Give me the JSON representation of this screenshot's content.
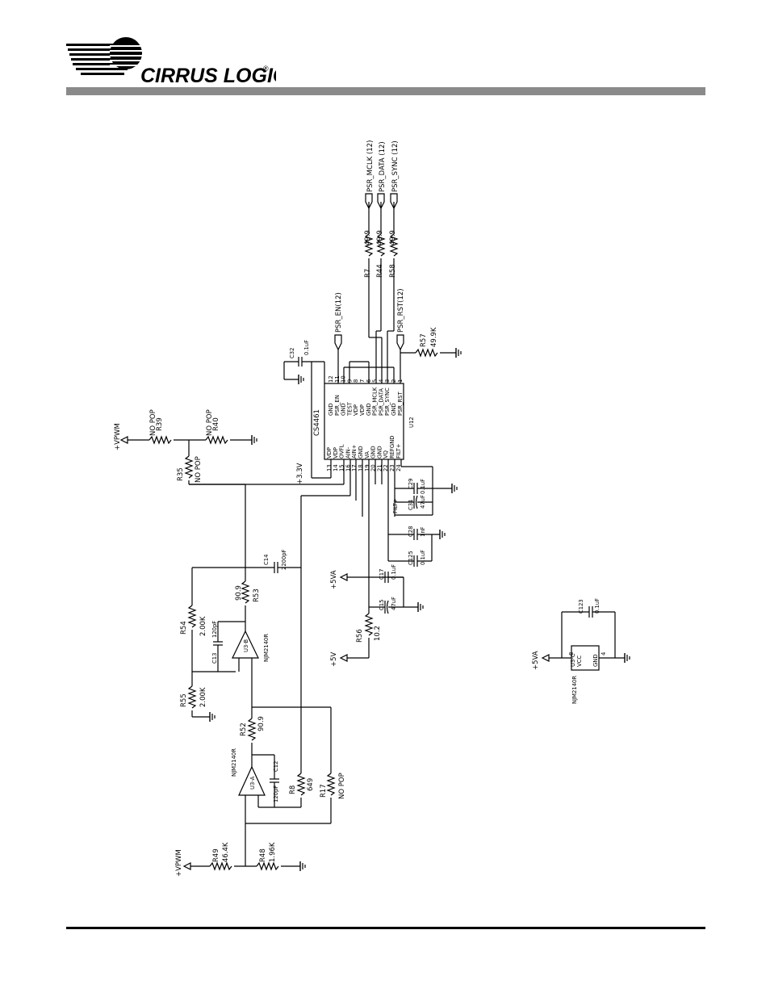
{
  "brand": {
    "logo_text": "CIRRUS LOGIC",
    "registered_mark": "®"
  },
  "colors": {
    "header_bar": "#8a8a8a",
    "ink": "#000000"
  },
  "nets": {
    "psr_mclk": "PSR_MCLK (12)",
    "psr_data": "PSR_DATA (12)",
    "psr_sync": "PSR_SYNC (12)",
    "psr_en": "PSR_EN(12)",
    "psr_rst": "PSR_RST(12)",
    "vpwm_top": "+VPWM",
    "vpwm_bottom": "+VPWM",
    "p33v": "+3.3V",
    "p5va": "+5VA",
    "p5v": "+5V",
    "p5va_u3c": "+5VA",
    "filt": "FILT+"
  },
  "resistors": {
    "r7": {
      "ref": "R7",
      "value": "49.9"
    },
    "r44": {
      "ref": "R44",
      "value": "49.9"
    },
    "r58": {
      "ref": "R58",
      "value": "49.9"
    },
    "r57": {
      "ref": "R57",
      "value": "49.9K"
    },
    "r39": {
      "ref": "R39",
      "value": "NO POP"
    },
    "r40": {
      "ref": "R40",
      "value": "NO POP"
    },
    "r35": {
      "ref": "R35",
      "value": "NO POP"
    },
    "r53": {
      "ref": "R53",
      "value": "90.9"
    },
    "r54": {
      "ref": "R54",
      "value": "2.00K"
    },
    "r55": {
      "ref": "R55",
      "value": "2.00K"
    },
    "r52": {
      "ref": "R52",
      "value": "90.9"
    },
    "r8": {
      "ref": "R8",
      "value": "649"
    },
    "r17": {
      "ref": "R17",
      "value": "NO POP"
    },
    "r49": {
      "ref": "R49",
      "value": "46.4K"
    },
    "r48": {
      "ref": "R48",
      "value": "1.96K"
    },
    "r56": {
      "ref": "R56",
      "value": "10.2"
    }
  },
  "capacitors": {
    "c32": {
      "ref": "C32",
      "value": "0.1uF"
    },
    "c29": {
      "ref": "C29",
      "value": "0.1uF"
    },
    "c31": {
      "ref": "C31",
      "value": "47uF"
    },
    "c28": {
      "ref": "C28",
      "value": "1nF"
    },
    "c125": {
      "ref": "C125",
      "value": "0.1uF"
    },
    "c17": {
      "ref": "C17",
      "value": "0.1uF"
    },
    "c15": {
      "ref": "C15",
      "value": "47uF"
    },
    "c14": {
      "ref": "C14",
      "value": "2200pF"
    },
    "c13": {
      "ref": "C13",
      "value": "120pF"
    },
    "c12": {
      "ref": "C12",
      "value": "120pF"
    },
    "c123": {
      "ref": "C123",
      "value": "0.1uF"
    }
  },
  "opamps": {
    "u3a": {
      "ref": "U3-A",
      "part": "NJM2140R"
    },
    "u3b": {
      "ref": "U3-B",
      "part": "NJM2140R"
    },
    "u3c": {
      "ref": "U3-C",
      "part": "NJM2140R",
      "vcc": "VCC",
      "gnd": "GND",
      "pin_vcc": "8",
      "pin_gnd": "4"
    }
  },
  "u12": {
    "ref": "U12",
    "part": "CS4461",
    "right_pins": [
      {
        "num": "12",
        "name": "GND"
      },
      {
        "num": "11",
        "name": "PSR_EN"
      },
      {
        "num": "10",
        "name": "GND"
      },
      {
        "num": "9",
        "name": "TEST"
      },
      {
        "num": "8",
        "name": "VDP"
      },
      {
        "num": "7",
        "name": "VDP"
      },
      {
        "num": "6",
        "name": "GND"
      },
      {
        "num": "5",
        "name": "PSR_MCLK"
      },
      {
        "num": "4",
        "name": "PSR_DATA"
      },
      {
        "num": "3",
        "name": "PSR_SYNC"
      },
      {
        "num": "2",
        "name": "GND"
      },
      {
        "num": "1",
        "name": "PSR_RST"
      }
    ],
    "left_pins": [
      {
        "num": "13",
        "name": "VDP"
      },
      {
        "num": "14",
        "name": "VDP"
      },
      {
        "num": "15",
        "name": "OVFL"
      },
      {
        "num": "16",
        "name": "AIN-"
      },
      {
        "num": "17",
        "name": "AIN+"
      },
      {
        "num": "18",
        "name": "GND"
      },
      {
        "num": "19",
        "name": "VA"
      },
      {
        "num": "20",
        "name": "GND"
      },
      {
        "num": "21",
        "name": "GND"
      },
      {
        "num": "22",
        "name": "VQ"
      },
      {
        "num": "23",
        "name": "REFGND"
      },
      {
        "num": "24",
        "name": "FILT+"
      }
    ]
  }
}
